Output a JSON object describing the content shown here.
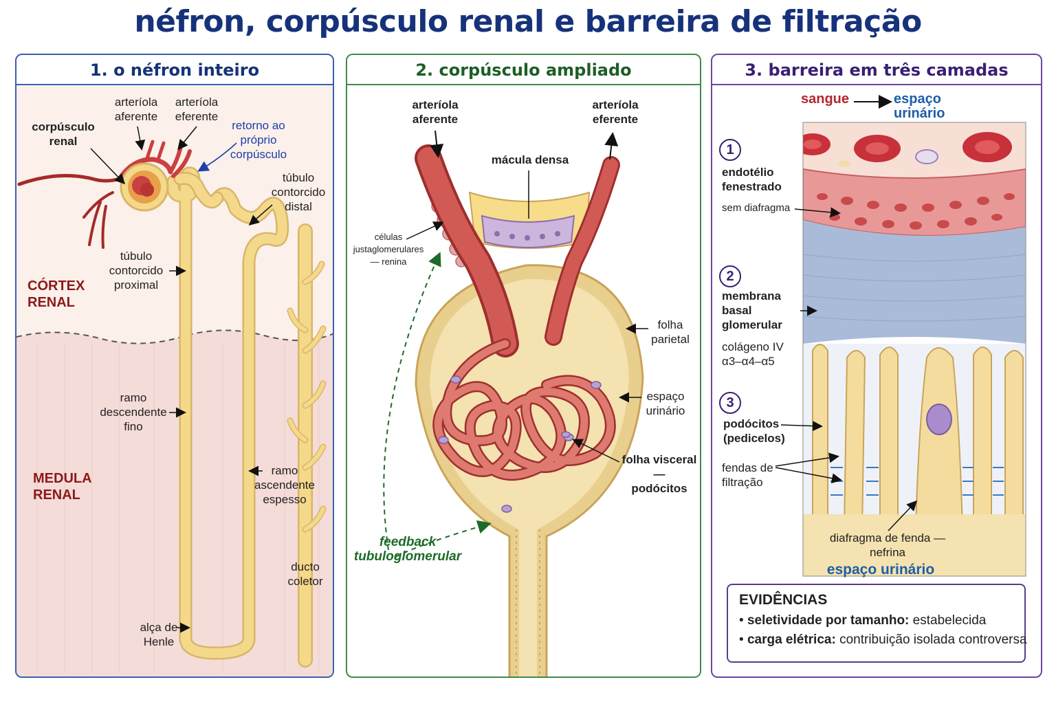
{
  "title": "néfron, corpúsculo renal e barreira de filtração",
  "panel1": {
    "heading": "1. o néfron inteiro",
    "labels": {
      "corpusculo_renal_1": "corpúsculo",
      "corpusculo_renal_2": "renal",
      "arteriola_aferente_1": "arteríola",
      "arteriola_aferente_2": "aferente",
      "arteriola_eferente_1": "arteríola",
      "arteriola_eferente_2": "eferente",
      "retorno_1": "retorno ao",
      "retorno_2": "próprio",
      "retorno_3": "corpúsculo",
      "tcd_1": "túbulo",
      "tcd_2": "contorcido",
      "tcd_3": "distal",
      "tcp_1": "túbulo",
      "tcp_2": "contorcido",
      "tcp_3": "proximal",
      "cortex_1": "CÓRTEX",
      "cortex_2": "RENAL",
      "medula_1": "MEDULA",
      "medula_2": "RENAL",
      "rdf_1": "ramo",
      "rdf_2": "descendente",
      "rdf_3": "fino",
      "rae_1": "ramo",
      "rae_2": "ascendente",
      "rae_3": "espesso",
      "ducto_1": "ducto",
      "ducto_2": "coletor",
      "alca_1": "alça de",
      "alca_2": "Henle"
    }
  },
  "panel2": {
    "heading": "2. corpúsculo ampliado",
    "labels": {
      "aferente_1": "arteríola",
      "aferente_2": "aferente",
      "eferente_1": "arteríola",
      "eferente_2": "eferente",
      "macula": "mácula densa",
      "jg_1": "células",
      "jg_2": "justaglomerulares",
      "jg_3": "— renina",
      "parietal_1": "folha",
      "parietal_2": "parietal",
      "espaco_1": "espaço",
      "espaco_2": "urinário",
      "visceral_1": "folha visceral —",
      "visceral_2": "podócitos",
      "feedback_1": "feedback",
      "feedback_2": "tubuloglomerular"
    }
  },
  "panel3": {
    "heading": "3. barreira em três camadas",
    "sangue": "sangue",
    "espaco_top": "espaço urinário",
    "n1": "1",
    "n2": "2",
    "n3": "3",
    "endotelio_1": "endotélio",
    "endotelio_2": "fenestrado",
    "sem_diafragma": "sem diafragma",
    "membrana_1": "membrana",
    "membrana_2": "basal",
    "membrana_3": "glomerular",
    "colageno_1": "colágeno IV",
    "colageno_2": "α3–α4–α5",
    "podocitos_1": "podócitos",
    "podocitos_2": "(pedicelos)",
    "fendas_1": "fendas de",
    "fendas_2": "filtração",
    "diafragma_1": "diafragma de fenda —",
    "diafragma_2": "nefrina",
    "espaco_bottom": "espaço urinário"
  },
  "evidencias": {
    "heading": "EVIDÊNCIAS",
    "items": [
      {
        "key": "seletividade por tamanho:",
        "value": "estabelecida"
      },
      {
        "key": "carga elétrica:",
        "value": "contribuição isolada controversa"
      }
    ]
  },
  "colors": {
    "tubule": "#f5d98a",
    "vessel": "#c8403f",
    "cortex_bg": "#fbf0ea",
    "medulla_bg": "#f4dcd8"
  }
}
